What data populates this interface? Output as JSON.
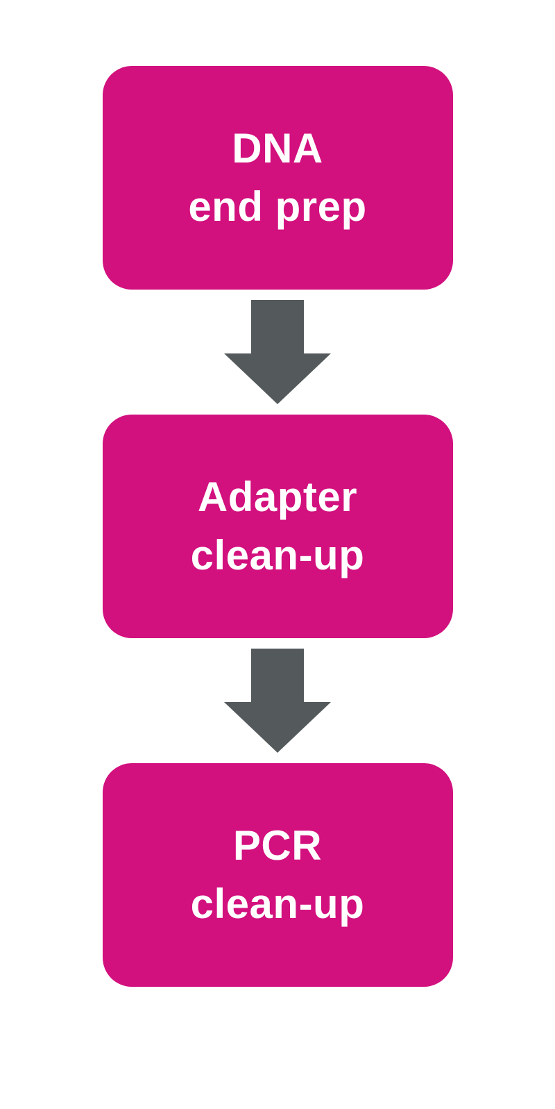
{
  "diagram": {
    "type": "flowchart",
    "direction": "top-to-bottom",
    "colors": {
      "background": "#ffffff",
      "node_fill": "#d2107e",
      "node_text": "#ffffff",
      "arrow_fill": "#545a5c"
    },
    "nodes": [
      {
        "id": "dna-end-prep",
        "label": "DNA end prep",
        "line1": "DNA",
        "line2": "end prep"
      },
      {
        "id": "adapter-clean-up",
        "label": "Adapter clean-up",
        "line1": "Adapter",
        "line2": "clean-up"
      },
      {
        "id": "pcr-clean-up",
        "label": "PCR clean-up",
        "line1": "PCR",
        "line2": "clean-up"
      }
    ],
    "connectors": [
      {
        "from": "dna-end-prep",
        "to": "adapter-clean-up",
        "style": "block-arrow-down"
      },
      {
        "from": "adapter-clean-up",
        "to": "pcr-clean-up",
        "style": "block-arrow-down"
      }
    ]
  }
}
